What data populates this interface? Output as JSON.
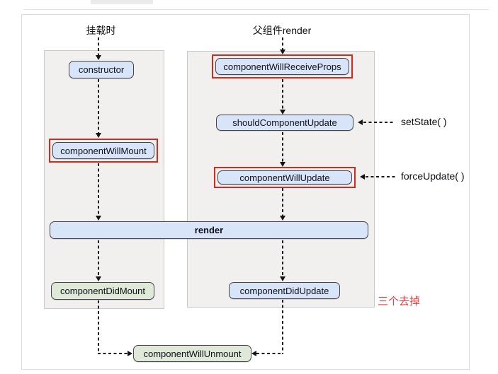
{
  "diagram": {
    "labels": {
      "mount": "挂载时",
      "parent_render": "父组件render"
    },
    "nodes": {
      "constructor": "constructor",
      "will_mount": "componentWillMount",
      "did_mount": "componentDidMount",
      "will_receive_props": "componentWillReceiveProps",
      "should_update": "shouldComponentUpdate",
      "will_update": "componentWillUpdate",
      "render": "render",
      "did_update": "componentDidUpdate",
      "will_unmount": "componentWillUnmount"
    },
    "annotations": {
      "set_state": "setState( )",
      "force_update": "forceUpdate( )",
      "red_note": "三个去掉"
    },
    "colors": {
      "node_blue": "#d8e5f8",
      "node_green": "#dfe9d8",
      "highlight_red": "#d42a1e",
      "note_red": "#f53b3b",
      "panel_bg": "#f1f0ee"
    }
  }
}
